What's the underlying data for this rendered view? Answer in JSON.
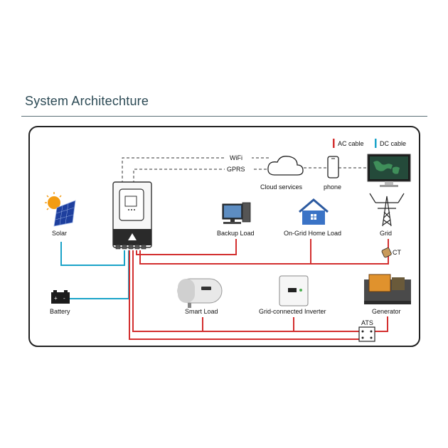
{
  "page": {
    "title": "System Architechture"
  },
  "legend": {
    "ac_label": "AC cable",
    "dc_label": "DC cable",
    "ac_color": "#d32f2f",
    "dc_color": "#1aa3c8"
  },
  "links": {
    "wifi": "WiFi",
    "gprs": "GPRS"
  },
  "nodes": {
    "cloud": "Cloud services",
    "phone": "phone",
    "solar": "Solar",
    "battery": "Battery",
    "backup_load": "Backup Load",
    "ongrid_home_load": "On-Grid Home Load",
    "grid": "Grid",
    "ct": "CT",
    "smart_load": "Smart Load",
    "grid_inverter": "Grid-connected Inverter",
    "generator": "Generator",
    "ats": "ATS"
  }
}
